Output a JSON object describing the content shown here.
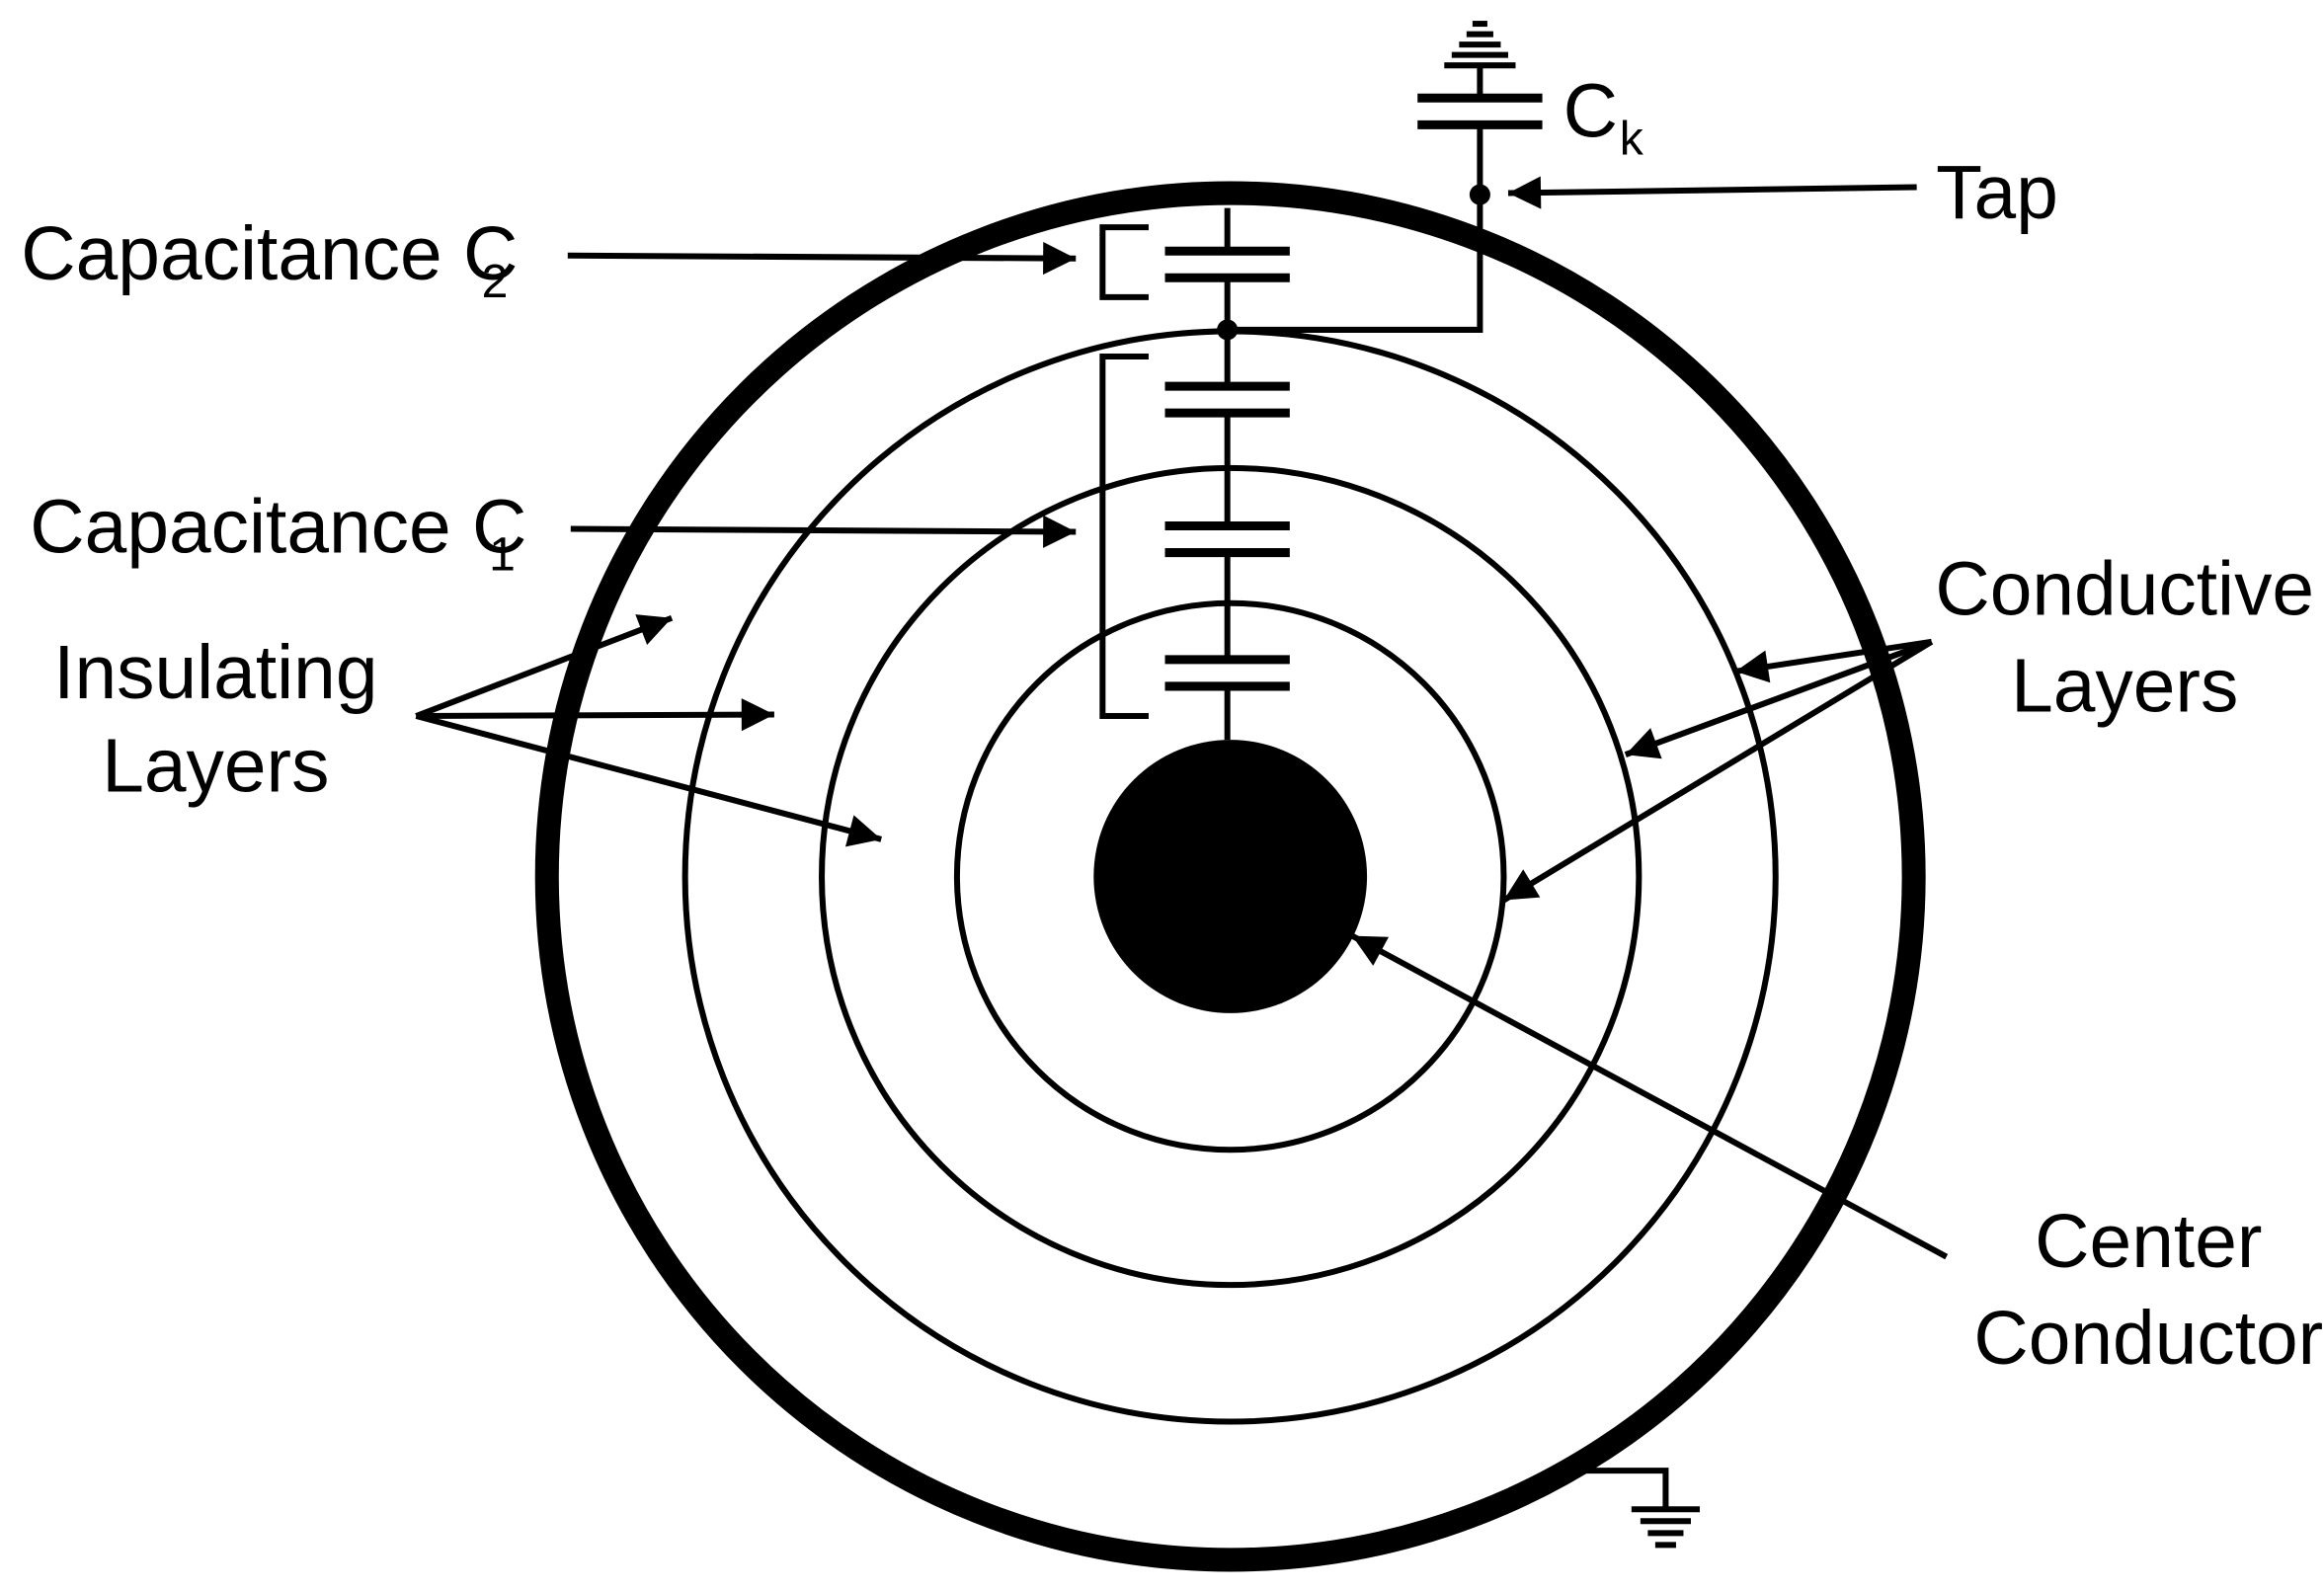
{
  "labels": {
    "ck_main": "C",
    "ck_sub": "k",
    "tap": "Tap",
    "c2_main": "Capacitance C",
    "c2_sub": "2",
    "c1_main": "Capacitance C",
    "c1_sub": "1",
    "insulating_line1": "Insulating",
    "insulating_line2": "Layers",
    "conductive_line1": "Conductive",
    "conductive_line2": "Layers",
    "center_line1": "Center",
    "center_line2": "Conductor"
  },
  "colors": {
    "ink": "#000000",
    "background": "#ffffff"
  }
}
